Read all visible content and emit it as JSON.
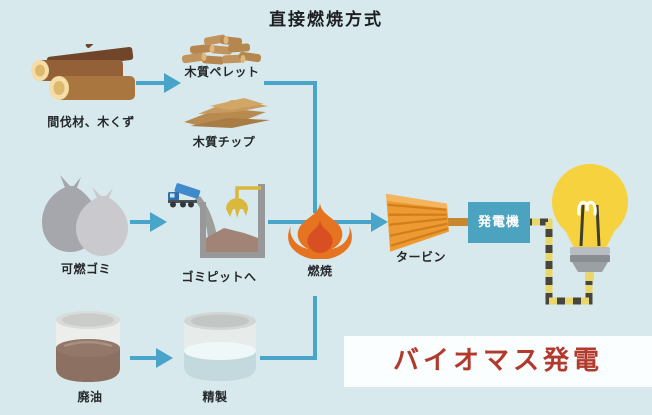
{
  "title": "直接燃焼方式",
  "background_color": "#d7e9ed",
  "arrow_color": "#49a4c9",
  "banner": {
    "label": "バイオマス発電",
    "text_color": "#b23a2c",
    "bg_color": "#fcffff"
  },
  "nodes": {
    "wood": {
      "label": "間伐材、木くず",
      "icon": "logs-icon"
    },
    "pellet": {
      "label": "木質ペレット",
      "icon": "wood-pellets-icon"
    },
    "chip": {
      "label": "木質チップ",
      "icon": "wood-chips-icon"
    },
    "garbage": {
      "label": "可燃ゴミ",
      "icon": "garbage-bags-icon"
    },
    "pit": {
      "label": "ゴミピットへ",
      "icon": "garbage-pit-icon"
    },
    "combustion": {
      "label": "燃焼",
      "icon": "flame-icon",
      "color": "#e6731f"
    },
    "turbine": {
      "label": "タービン",
      "icon": "turbine-icon",
      "color": "#ee9a33"
    },
    "generator": {
      "label": "発電機",
      "bg_color": "#4ba3c0"
    },
    "oil": {
      "label": "廃油",
      "icon": "waste-oil-icon"
    },
    "refine": {
      "label": "精製",
      "icon": "refined-oil-icon"
    },
    "bulb": {
      "icon": "light-bulb-icon",
      "color": "#f6d23f"
    }
  }
}
